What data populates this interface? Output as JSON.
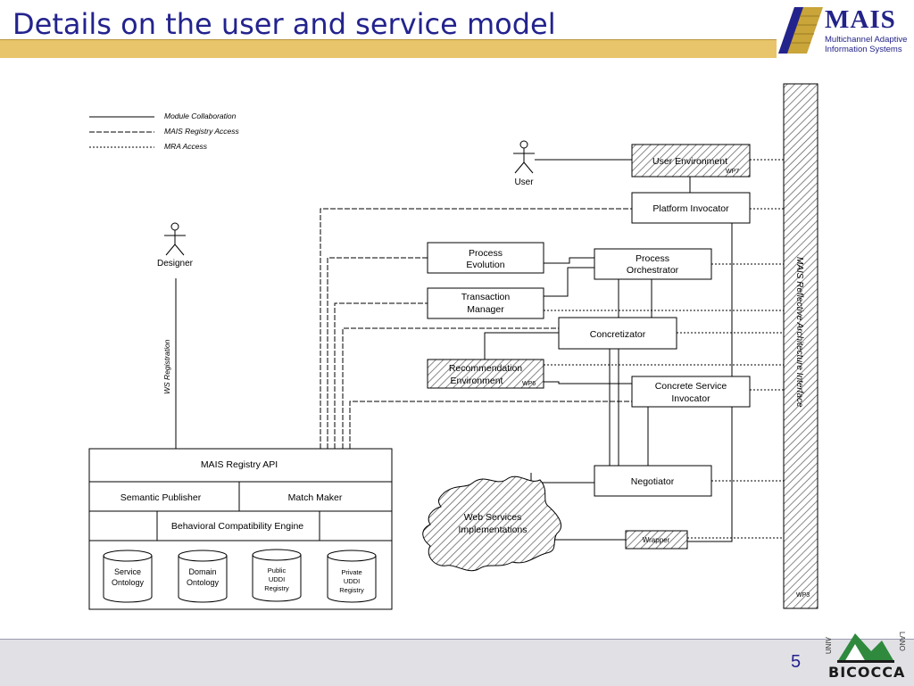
{
  "slide": {
    "title": "Details on the user and service model",
    "page_number": "5"
  },
  "logo": {
    "name": "MAIS",
    "subtitle_line1": "Multichannel Adaptive",
    "subtitle_line2": "Information Systems"
  },
  "university": {
    "name": "BICOCCA",
    "side_left": "UNIV",
    "side_right": "LANO"
  },
  "diagram": {
    "legend": {
      "module_collaboration": "Module Collaboration",
      "registry_access": "MAIS Registry Access",
      "mra_access": "MRA Access"
    },
    "actors": {
      "user": "User",
      "designer": "Designer"
    },
    "ws_registration": "WS Registration",
    "mra_interface": "MAIS Reflective Architecture Interface",
    "mra_tag": "WP3",
    "user_environment": {
      "label": "User Environment",
      "tag": "WP7"
    },
    "platform_invocator": "Platform Invocator",
    "process_evolution": [
      "Process",
      "Evolution"
    ],
    "process_orchestrator": [
      "Process",
      "Orchestrator"
    ],
    "transaction_manager": [
      "Transaction",
      "Manager"
    ],
    "concretizator": "Concretizator",
    "recommendation_environment": {
      "line1": "Recommendation",
      "line2": "Environment",
      "tag": "WP6"
    },
    "concrete_service_invocator": [
      "Concrete Service",
      "Invocator"
    ],
    "negotiator": "Negotiator",
    "web_services": [
      "Web Services",
      "Implementations"
    ],
    "wrapper": "Wrapper",
    "registry": {
      "api": "MAIS Registry API",
      "semantic_publisher": "Semantic Publisher",
      "match_maker": "Match Maker",
      "behavioral_engine": "Behavioral Compatibility Engine",
      "service_ontology": [
        "Service",
        "Ontology"
      ],
      "domain_ontology": [
        "Domain",
        "Ontology"
      ],
      "public_uddi": [
        "Public",
        "UDDI",
        "Registry"
      ],
      "private_uddi": [
        "Private",
        "UDDI",
        "Registry"
      ]
    }
  }
}
